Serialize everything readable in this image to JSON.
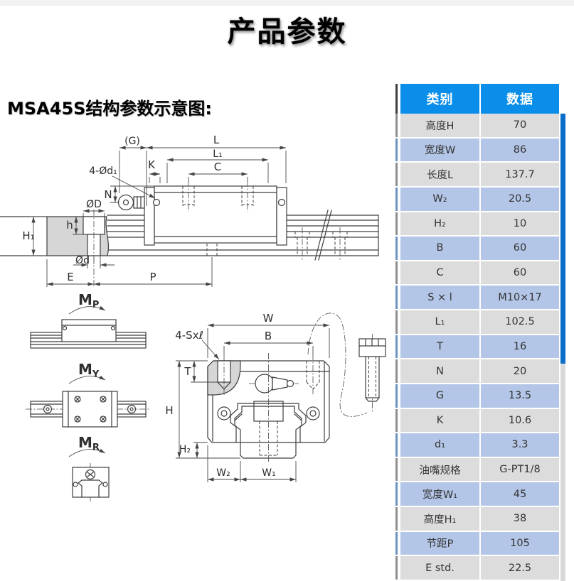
{
  "page": {
    "title": "产品参数",
    "section_heading": "MSA45S结构参数示意图:"
  },
  "colors": {
    "header_blue": "#0A8EE9",
    "row_gray": "#DCDCDC",
    "row_blue": "#B4C6E7",
    "scrollbar_blue": "#0B6FC9"
  },
  "table": {
    "headers": [
      "类别",
      "数据"
    ],
    "rows": [
      {
        "label": "高度H",
        "value": "70"
      },
      {
        "label": "宽度W",
        "value": "86"
      },
      {
        "label": "长度L",
        "value": "137.7"
      },
      {
        "label": "W₂",
        "value": "20.5"
      },
      {
        "label": "H₂",
        "value": "10"
      },
      {
        "label": "B",
        "value": "60"
      },
      {
        "label": "C",
        "value": "60"
      },
      {
        "label": "S × l",
        "value": "M10×17"
      },
      {
        "label": "L₁",
        "value": "102.5"
      },
      {
        "label": "T",
        "value": "16"
      },
      {
        "label": "N",
        "value": "20"
      },
      {
        "label": "G",
        "value": "13.5"
      },
      {
        "label": "K",
        "value": "10.6"
      },
      {
        "label": "d₁",
        "value": "3.3"
      },
      {
        "label": "油嘴规格",
        "value": "G-PT1/8"
      },
      {
        "label": "宽度W₁",
        "value": "45"
      },
      {
        "label": "高度H₁",
        "value": "38"
      },
      {
        "label": "节距P",
        "value": "105"
      },
      {
        "label": "E std.",
        "value": "22.5"
      }
    ]
  },
  "diagram": {
    "side_view": {
      "g": "(G)",
      "l": "L",
      "l1": "L₁",
      "c": "C",
      "k": "K",
      "holes": "4-Ød₁",
      "n": "N",
      "od_upper": "ØD",
      "h_small": "h",
      "h1": "H₁",
      "od_lower": "Ød",
      "e": "E",
      "p": "P"
    },
    "moments": [
      {
        "main": "M",
        "sub": "P"
      },
      {
        "main": "M",
        "sub": "Y"
      },
      {
        "main": "M",
        "sub": "R"
      }
    ],
    "cross_section": {
      "w": "W",
      "b": "B",
      "screws": "4-Sxℓ",
      "t": "T",
      "h": "H",
      "h2": "H₂",
      "w2": "W₂",
      "w1": "W₁"
    }
  }
}
